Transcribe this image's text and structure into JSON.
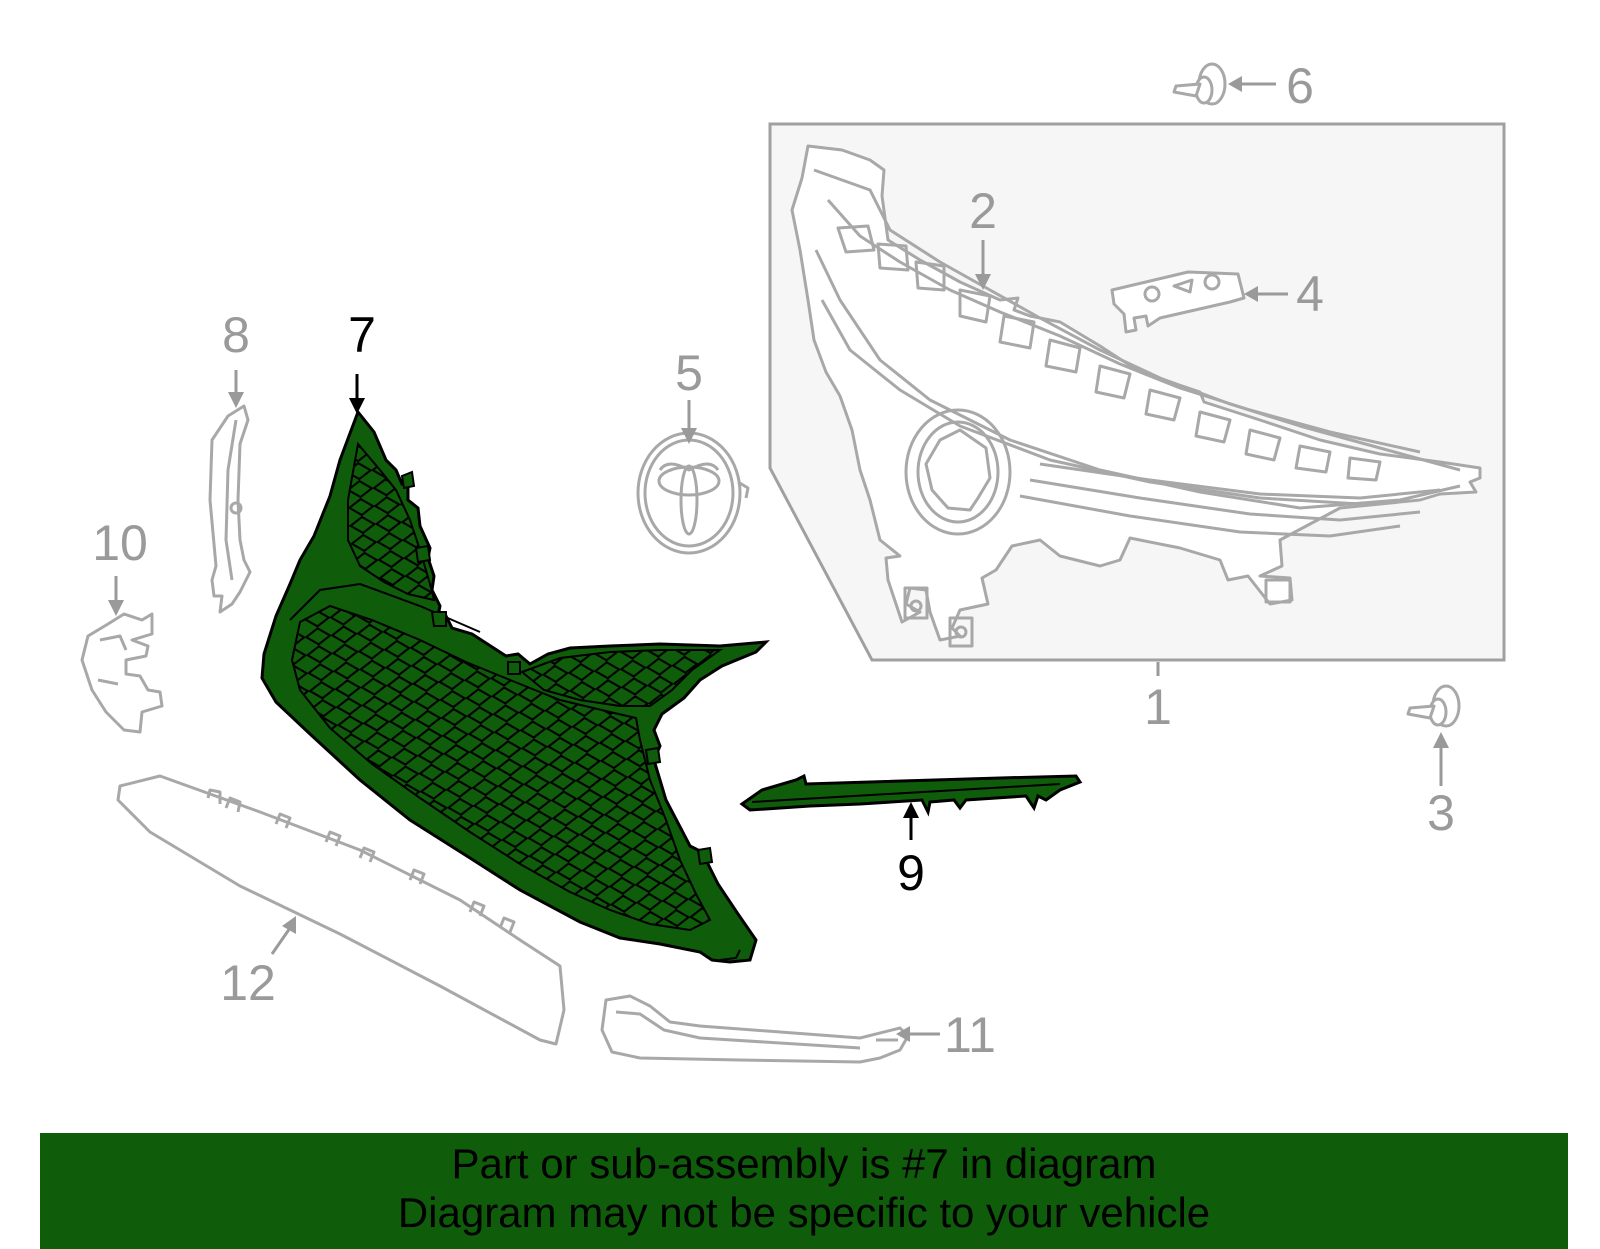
{
  "callouts": {
    "c1": "1",
    "c2": "2",
    "c3": "3",
    "c4": "4",
    "c5": "5",
    "c6": "6",
    "c7": "7",
    "c8": "8",
    "c9": "9",
    "c10": "10",
    "c11": "11",
    "c12": "12"
  },
  "highlighted_part": "7",
  "colors": {
    "highlight_fill": "#0f5c0b",
    "highlight_stroke": "#000000",
    "part_stroke": "#a8a8a8",
    "assembly_box_fill": "#f6f6f6",
    "banner_bg": "#0f5c0b"
  },
  "banner": {
    "line1": "Part or sub-assembly is #7 in diagram",
    "line2": "Diagram may not be specific to your vehicle"
  }
}
